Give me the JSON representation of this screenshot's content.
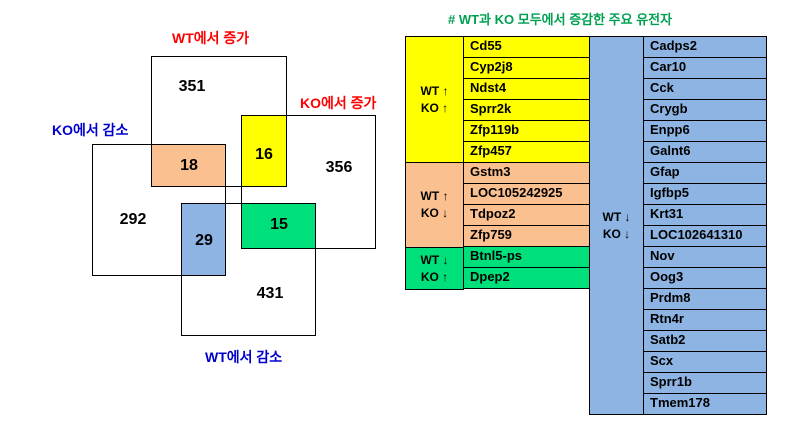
{
  "venn": {
    "labels": {
      "wt_up": "WT에서 증가",
      "ko_up": "KO에서 증가",
      "ko_down": "KO에서 감소",
      "wt_down": "WT에서 감소"
    },
    "counts": {
      "wt_up_only": "351",
      "wt_up_ko_down": "18",
      "wt_up_ko_up": "16",
      "ko_up_only": "356",
      "ko_down_only": "292",
      "ko_down_wt_down": "29",
      "ko_up_wt_down": "15",
      "wt_down_only": "431"
    },
    "colors": {
      "orange": "#FAC090",
      "yellow": "#FFFF00",
      "green": "#00E07A",
      "blue": "#8DB4E2",
      "wt_up_label": "#FF0000",
      "ko_up_label": "#FF0000",
      "down_label": "#0000CC"
    }
  },
  "table": {
    "title": "# WT과 KO 모두에서 증감한 주요 유전자",
    "title_color": "#00A050",
    "groups": {
      "up_up": {
        "line1": "WT ↑",
        "line2": "KO ↑",
        "genes": [
          "Cd55",
          "Cyp2j8",
          "Ndst4",
          "Sprr2k",
          "Zfp119b",
          "Zfp457"
        ]
      },
      "up_down": {
        "line1": "WT ↑",
        "line2": "KO ↓",
        "genes": [
          "Gstm3",
          "LOC105242925",
          "Tdpoz2",
          "Zfp759"
        ]
      },
      "down_up": {
        "line1": "WT ↓",
        "line2": "KO ↑",
        "genes": [
          "Btnl5-ps",
          "Dpep2"
        ]
      },
      "down_down": {
        "line1": "WT ↓",
        "line2": "KO ↓",
        "genes": [
          "Cadps2",
          "Car10",
          "Cck",
          "Crygb",
          "Enpp6",
          "Galnt6",
          "Gfap",
          "Igfbp5",
          "Krt31",
          "LOC102641310",
          "Nov",
          "Oog3",
          "Prdm8",
          "Rtn4r",
          "Satb2",
          "Scx",
          "Sprr1b",
          "Tmem178"
        ]
      }
    }
  }
}
